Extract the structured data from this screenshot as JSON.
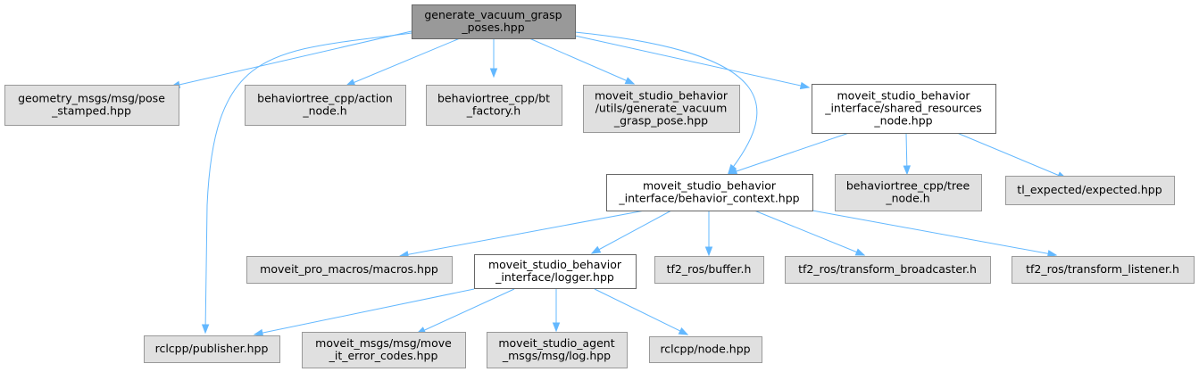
{
  "colors": {
    "root_fill": "#999999",
    "root_border": "#666666",
    "external_fill": "#e0e0e0",
    "external_border": "#999999",
    "internal_fill": "#ffffff",
    "internal_border": "#666666",
    "edge": "#63b8ff",
    "text": "#000000",
    "background": "#ffffff"
  },
  "nodes": [
    {
      "id": "root",
      "kind": "root",
      "lines": [
        "generate_vacuum_grasp",
        "_poses.hpp"
      ]
    },
    {
      "id": "geometry_pose",
      "kind": "external",
      "lines": [
        "geometry_msgs/msg/pose",
        "_stamped.hpp"
      ]
    },
    {
      "id": "bt_action_node",
      "kind": "external",
      "lines": [
        "behaviortree_cpp/action",
        "_node.h"
      ]
    },
    {
      "id": "bt_factory",
      "kind": "external",
      "lines": [
        "behaviortree_cpp/bt",
        "_factory.h"
      ]
    },
    {
      "id": "utils_grasp_pose",
      "kind": "external",
      "lines": [
        "moveit_studio_behavior",
        "/utils/generate_vacuum",
        "_grasp_pose.hpp"
      ]
    },
    {
      "id": "shared_resources",
      "kind": "internal",
      "lines": [
        "moveit_studio_behavior",
        "_interface/shared_resources",
        "_node.hpp"
      ]
    },
    {
      "id": "behavior_context",
      "kind": "internal",
      "lines": [
        "moveit_studio_behavior",
        "_interface/behavior_context.hpp"
      ]
    },
    {
      "id": "bt_tree_node",
      "kind": "external",
      "lines": [
        "behaviortree_cpp/tree",
        "_node.h"
      ]
    },
    {
      "id": "tl_expected",
      "kind": "external",
      "lines": [
        "tl_expected/expected.hpp"
      ]
    },
    {
      "id": "macros",
      "kind": "external",
      "lines": [
        "moveit_pro_macros/macros.hpp"
      ]
    },
    {
      "id": "logger",
      "kind": "internal",
      "lines": [
        "moveit_studio_behavior",
        "_interface/logger.hpp"
      ]
    },
    {
      "id": "tf2_buffer",
      "kind": "external",
      "lines": [
        "tf2_ros/buffer.h"
      ]
    },
    {
      "id": "tf2_broadcaster",
      "kind": "external",
      "lines": [
        "tf2_ros/transform_broadcaster.h"
      ]
    },
    {
      "id": "tf2_listener",
      "kind": "external",
      "lines": [
        "tf2_ros/transform_listener.h"
      ]
    },
    {
      "id": "rclcpp_publisher",
      "kind": "external",
      "lines": [
        "rclcpp/publisher.hpp"
      ]
    },
    {
      "id": "error_codes",
      "kind": "external",
      "lines": [
        "moveit_msgs/msg/move",
        "_it_error_codes.hpp"
      ]
    },
    {
      "id": "agent_log",
      "kind": "external",
      "lines": [
        "moveit_studio_agent",
        "_msgs/msg/log.hpp"
      ]
    },
    {
      "id": "rclcpp_node",
      "kind": "external",
      "lines": [
        "rclcpp/node.hpp"
      ]
    }
  ],
  "edges": [
    {
      "from": "root",
      "to": "geometry_pose"
    },
    {
      "from": "root",
      "to": "bt_action_node"
    },
    {
      "from": "root",
      "to": "bt_factory"
    },
    {
      "from": "root",
      "to": "utils_grasp_pose"
    },
    {
      "from": "root",
      "to": "shared_resources"
    },
    {
      "from": "root",
      "to": "rclcpp_publisher"
    },
    {
      "from": "root",
      "to": "behavior_context"
    },
    {
      "from": "shared_resources",
      "to": "behavior_context"
    },
    {
      "from": "shared_resources",
      "to": "bt_tree_node"
    },
    {
      "from": "shared_resources",
      "to": "tl_expected"
    },
    {
      "from": "behavior_context",
      "to": "macros"
    },
    {
      "from": "behavior_context",
      "to": "logger"
    },
    {
      "from": "behavior_context",
      "to": "tf2_buffer"
    },
    {
      "from": "behavior_context",
      "to": "tf2_broadcaster"
    },
    {
      "from": "behavior_context",
      "to": "tf2_listener"
    },
    {
      "from": "logger",
      "to": "rclcpp_publisher"
    },
    {
      "from": "logger",
      "to": "error_codes"
    },
    {
      "from": "logger",
      "to": "agent_log"
    },
    {
      "from": "logger",
      "to": "rclcpp_node"
    }
  ]
}
